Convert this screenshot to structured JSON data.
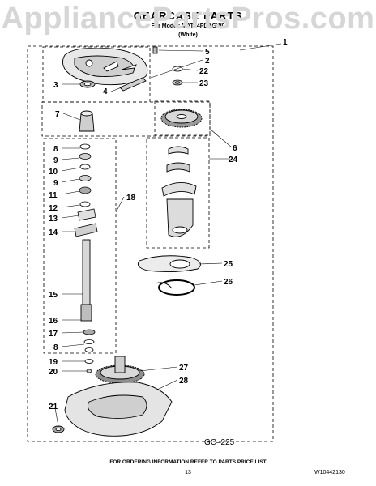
{
  "watermark": "AppliancePartsPros.com",
  "header": {
    "title": "GEARCASE PARTS",
    "model_line": "For Model: MAT14PDAGW0",
    "color_line": "(White)"
  },
  "callouts": [
    "1",
    "2",
    "3",
    "4",
    "5",
    "6",
    "7",
    "8",
    "9",
    "10",
    "9",
    "11",
    "12",
    "13",
    "14",
    "15",
    "16",
    "17",
    "8",
    "18",
    "19",
    "20",
    "21",
    "22",
    "23",
    "24",
    "25",
    "26",
    "27",
    "28"
  ],
  "diagram_code": "GC–225",
  "footer": {
    "ordering_note": "FOR ORDERING INFORMATION REFER TO PARTS PRICE LIST",
    "page_number": "13",
    "doc_number": "W10442130"
  }
}
